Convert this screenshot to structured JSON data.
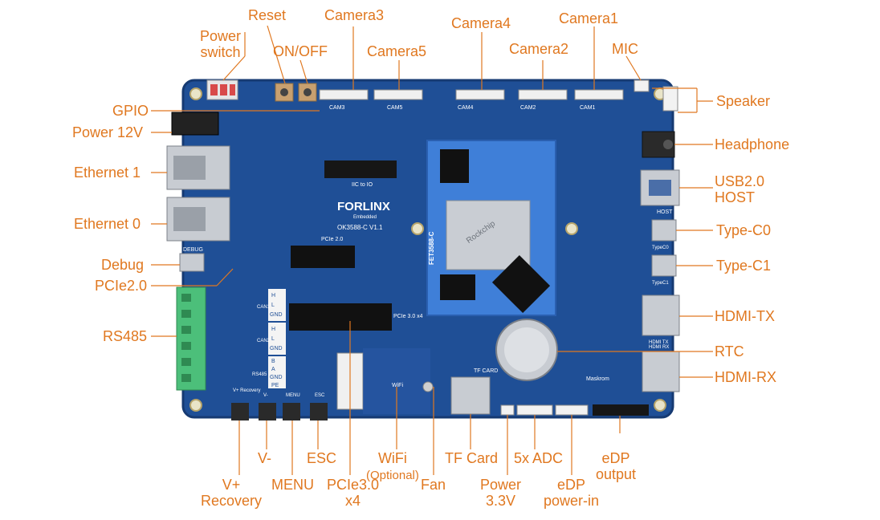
{
  "labels": {
    "power_switch": [
      "Power",
      "switch"
    ],
    "reset": "Reset",
    "on_off": "ON/OFF",
    "camera3": "Camera3",
    "camera5": "Camera5",
    "camera4": "Camera4",
    "camera2": "Camera2",
    "camera1": "Camera1",
    "mic": "MIC",
    "gpio": "GPIO",
    "power_12v": "Power 12V",
    "ethernet1": "Ethernet 1",
    "ethernet0": "Ethernet 0",
    "debug": "Debug",
    "pcie20": "PCIe2.0",
    "rs485": "RS485",
    "speaker": "Speaker",
    "headphone": "Headphone",
    "usb20_host": [
      "USB2.0",
      "HOST"
    ],
    "type_c0": "Type-C0",
    "type_c1": "Type-C1",
    "hdmi_tx": "HDMI-TX",
    "rtc": "RTC",
    "hdmi_rx": "HDMI-RX",
    "v_plus_recovery": [
      "V+",
      "Recovery"
    ],
    "v_minus": "V-",
    "menu": "MENU",
    "esc": "ESC",
    "pcie30_x4": [
      "PCIe3.0",
      "x4"
    ],
    "wifi": "WiFi",
    "wifi_optional": "(Optional)",
    "fan": "Fan",
    "tf_card": "TF Card",
    "power_33v": [
      "Power",
      "3.3V"
    ],
    "adc_5x": "5x ADC",
    "edp_power_in": [
      "eDP",
      "power-in"
    ],
    "edp_output": [
      "eDP",
      "output"
    ]
  },
  "board": {
    "brand": "FORLINX",
    "brand_sub": "Embedded",
    "model": "OK3588-C V1.1",
    "som_model": "FET3588-C",
    "chip_text": "Rockchip",
    "silk": {
      "cam3": "CAM3",
      "cam5": "CAM5",
      "cam4": "CAM4",
      "cam2": "CAM2",
      "cam1": "CAM1",
      "debug": "DEBUG",
      "pcie2": "PCIe 2.0",
      "pcie3": "PCIe 3.0 x4",
      "host": "HOST",
      "typec0": "TypeC0",
      "typec1": "TypeC1",
      "hdmi_tx": "HDMI TX",
      "hdmi_rx": "HDMI RX",
      "tf_card": "TF CARD",
      "wifi": "WiFi",
      "maskrom": "Maskrom",
      "iic": "IIC to IO",
      "vplus": "V+ Recovery",
      "vminus": "V-",
      "menu": "MENU",
      "esc": "ESC",
      "can1": [
        "H",
        "L",
        "GND"
      ],
      "can2": [
        "H",
        "L",
        "GND"
      ],
      "rs485": [
        "B",
        "A",
        "GND",
        "PE"
      ],
      "can1_label": "CAN1",
      "can2_label": "CAN2",
      "rs485_label": "RS485"
    }
  },
  "colors": {
    "label": "#e07820",
    "leader": "#e07820",
    "pcb": "#1f4f96",
    "pcb_dark": "#163a72",
    "som": "#3f7fd8",
    "terminal": "#4cbf7a",
    "metal": "#c8ccd2"
  }
}
